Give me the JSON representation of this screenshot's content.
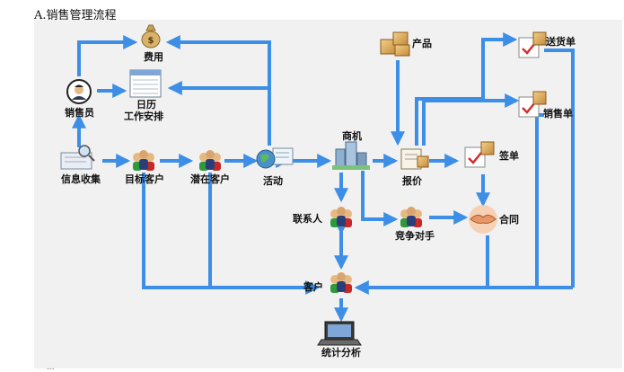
{
  "page": {
    "title": "A.销售管理流程",
    "footnote": "..."
  },
  "colors": {
    "arrow": "#3d8ee6",
    "panel": "#f1f1f1"
  },
  "nodes": {
    "fee": {
      "label": "费用",
      "icon": "money-bag-icon"
    },
    "calendar": {
      "label_lines": [
        "日历",
        "工作安排"
      ],
      "icon": "calendar-icon"
    },
    "salesperson": {
      "label": "销售员",
      "icon": "salesperson-avatar-icon"
    },
    "info_collect": {
      "label": "信息收集",
      "icon": "magnifier-document-icon"
    },
    "target_customer": {
      "label": "目标客户",
      "icon": "people-group-icon"
    },
    "potential_customer": {
      "label": "潜在客户",
      "icon": "people-group-icon"
    },
    "activity": {
      "label": "活动",
      "icon": "globe-document-icon"
    },
    "opportunity": {
      "label": "商机",
      "icon": "city-buildings-icon"
    },
    "product": {
      "label": "产品",
      "icon": "boxes-icon"
    },
    "quote": {
      "label": "报价",
      "icon": "quote-document-icon"
    },
    "sign": {
      "label": "签单",
      "icon": "signed-document-icon"
    },
    "delivery": {
      "label": "送货单",
      "icon": "delivery-note-icon"
    },
    "sales_order": {
      "label": "销售单",
      "icon": "sales-order-icon"
    },
    "contact": {
      "label": "联系人",
      "icon": "people-group-icon"
    },
    "competitor": {
      "label": "竞争对手",
      "icon": "people-group-icon"
    },
    "contract": {
      "label": "合同",
      "icon": "handshake-icon"
    },
    "customer": {
      "label": "客户",
      "icon": "people-group-icon"
    },
    "statistics": {
      "label": "统计分析",
      "icon": "laptop-icon"
    }
  }
}
